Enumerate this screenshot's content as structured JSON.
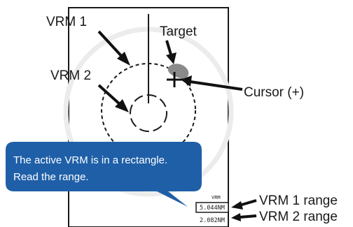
{
  "labels": {
    "vrm1": "VRM 1",
    "vrm2": "VRM 2",
    "target": "Target",
    "cursor": "Cursor (+)",
    "vrm1_range": "VRM 1 range",
    "vrm2_range": "VRM 2 range"
  },
  "readout": {
    "header": "VRM",
    "vrm1_value": "5.044NM",
    "vrm2_value": "2.082NM"
  },
  "callout": {
    "line1": "The active VRM is in a rectangle.",
    "line2": "Read the range."
  },
  "colors": {
    "callout_fill": "#1f5fa8",
    "target_fill": "#8a8a8a",
    "ring_line": "#1a1a1a"
  }
}
